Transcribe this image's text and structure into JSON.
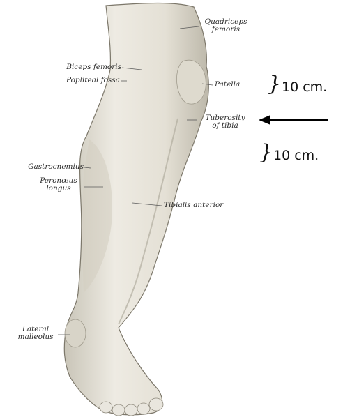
{
  "labels": {
    "quadriceps_1": "Quadriceps",
    "quadriceps_2": "femoris",
    "biceps_femoris": "Biceps femoris",
    "popliteal_fossa": "Popliteal fossa",
    "patella": "Patella",
    "tuberosity_1": "Tuberosity",
    "tuberosity_2": "of tibia",
    "gastrocnemius": "Gastrocnemius",
    "peronaeus_1": "Peronœus",
    "peronaeus_2": "longus",
    "tibialis_anterior": "Tibialis anterior",
    "lateral_1": "Lateral",
    "lateral_2": "malleolus"
  },
  "annotations": {
    "brace_symbol": "}",
    "upper_measure": "10 cm.",
    "lower_measure": "10 cm."
  },
  "colors": {
    "skin_fill": "#e8e5dc",
    "shadow": "#b9b4a6",
    "outline": "#6d685c",
    "leader": "#5a5a5a",
    "arrow": "#000000"
  }
}
